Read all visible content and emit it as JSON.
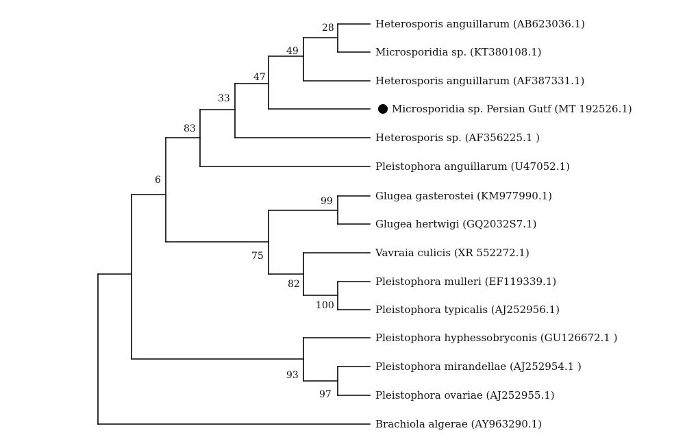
{
  "tree": {
    "taxa": [
      "Heterosporis anguillarum (AB623036.1)",
      "Microsporidia sp. (KT380108.1)",
      "Heterosporis anguillarum (AF387331.1)",
      "Microsporidia sp. Persian Gutf (MT 192526.1)",
      "Heterosporis sp. (AF356225.1 )",
      "Pleistophora anguillarum (U47052.1)",
      "Glugea gasterostei (KM977990.1)",
      "Glugea hertwigi (GQ2032S7.1)",
      "Vavraia culicis (XR 552272.1)",
      "Pleistophora mulleri (EF119339.1)",
      "Pleistophora typicalis (AJ252956.1)",
      "Pleistophora hyphessobryconis (GU126672.1 )",
      "Pleistophora mirandellae (AJ252954.1 )",
      "Pleistophora ovariae (AJ252955.1)",
      "Brachiola algerae (AY963290.1)"
    ],
    "highlighted_taxon": "Microsporidia sp. Persian Gutf (MT 192526.1)",
    "marker_shape": "filled-circle",
    "line_color": "#000000",
    "bootstrap_values": {
      "n28": "28",
      "n49": "49",
      "n47": "47",
      "n33": "33",
      "n83": "83",
      "n6": "6",
      "n99": "99",
      "n75": "75",
      "n82": "82",
      "n100": "100",
      "n93": "93",
      "n97": "97"
    }
  }
}
